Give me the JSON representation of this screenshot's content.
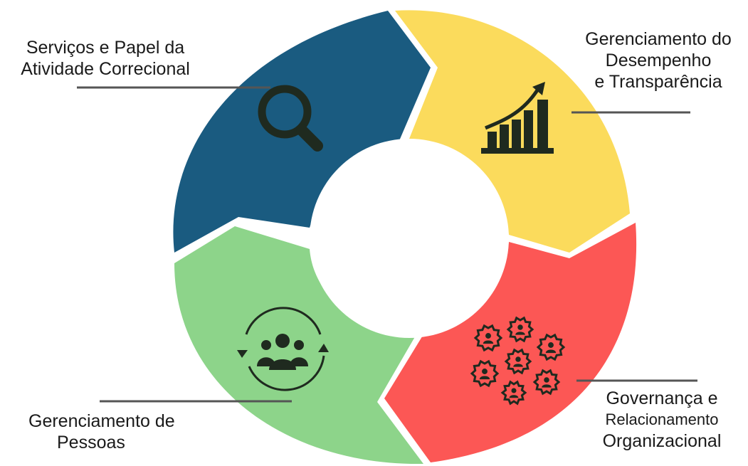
{
  "colors": {
    "blue": "#1a5b80",
    "yellow": "#fbdb5c",
    "red": "#fc5755",
    "green": "#8dd48a",
    "icon": "#1f2a1f",
    "connector": "#555555"
  },
  "segments": [
    {
      "id": "blue",
      "icon": "magnifier-icon",
      "label_lines": [
        "Serviços e Papel da",
        "Atividade Correcional"
      ]
    },
    {
      "id": "yellow",
      "icon": "growth-bar-chart-icon",
      "label_lines": [
        "Gerenciamento do",
        "Desempenho",
        "e Transparência"
      ]
    },
    {
      "id": "red",
      "icon": "gear-network-icon",
      "label_lines": [
        "Governança e",
        "Relacionamento",
        "Organizacional"
      ]
    },
    {
      "id": "green",
      "icon": "people-cycle-icon",
      "label_lines": [
        "Gerenciamento de",
        "Pessoas"
      ]
    }
  ]
}
